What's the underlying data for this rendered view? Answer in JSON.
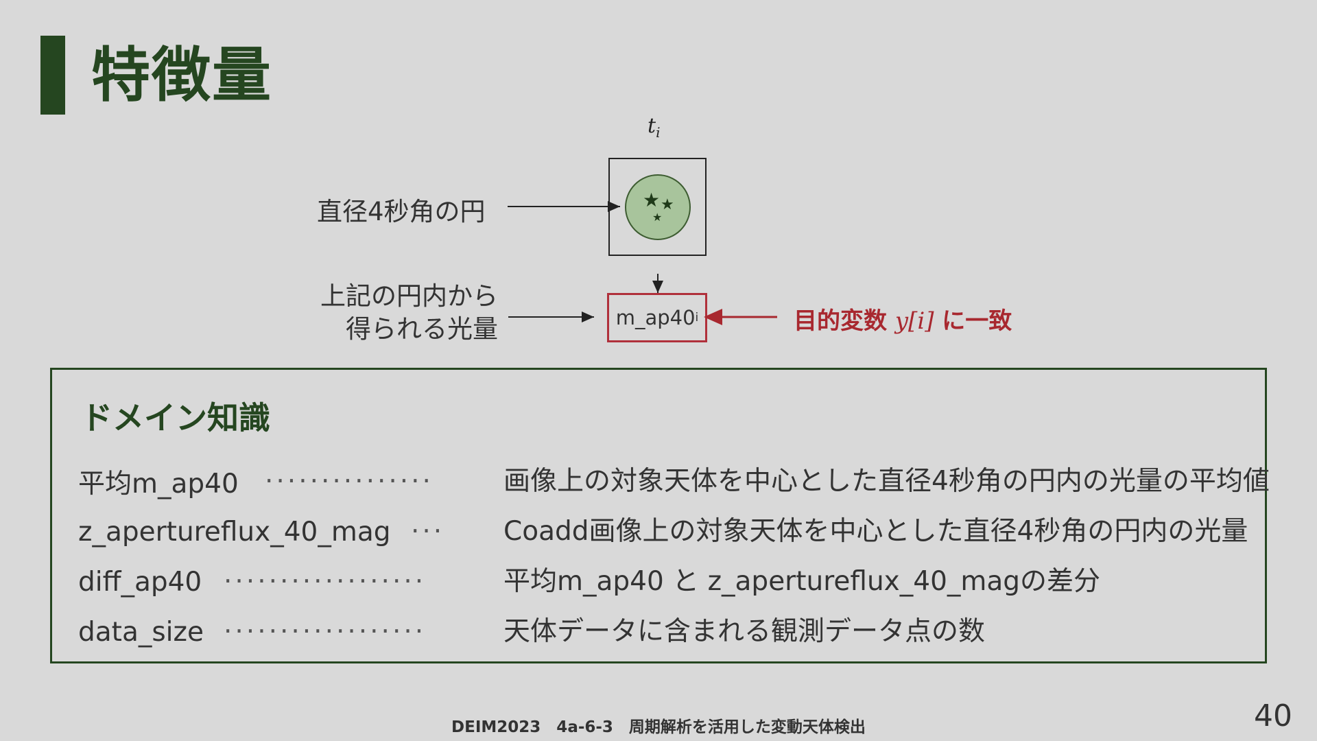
{
  "slide": {
    "title": "特徴量",
    "time_symbol": "t",
    "time_sub": "i",
    "circle_label": "直径4秒角の円",
    "flux_label_line1": "上記の円内から",
    "flux_label_line2": "得られる光量",
    "flux_box_main": "m_ap40",
    "flux_box_sub": "i",
    "target_prefix": "目的変数 ",
    "target_math": "y[i]",
    "target_suffix": " に一致"
  },
  "domain": {
    "title": "ドメイン知識",
    "features": [
      {
        "name": "平均m_ap40",
        "dots": "···············",
        "desc": "画像上の対象天体を中心とした直径4秒角の円内の光量の平均値"
      },
      {
        "name": "z_apertureflux_40_mag",
        "dots": "···",
        "desc": "Coadd画像上の対象天体を中心とした直径4秒角の円内の光量"
      },
      {
        "name": "diff_ap40",
        "dots": "··················",
        "desc": "平均m_ap40 と z_apertureflux_40_magの差分"
      },
      {
        "name": "data_size",
        "dots": "··················",
        "desc": "天体データに含まれる観測データ点の数"
      }
    ]
  },
  "footer": {
    "text": "DEIM2023　4a-6-3　周期解析を活用した変動天体検出",
    "page": "40"
  },
  "colors": {
    "accent": "#254620",
    "highlight": "#a8282f",
    "circle_fill": "#a8c49c"
  }
}
